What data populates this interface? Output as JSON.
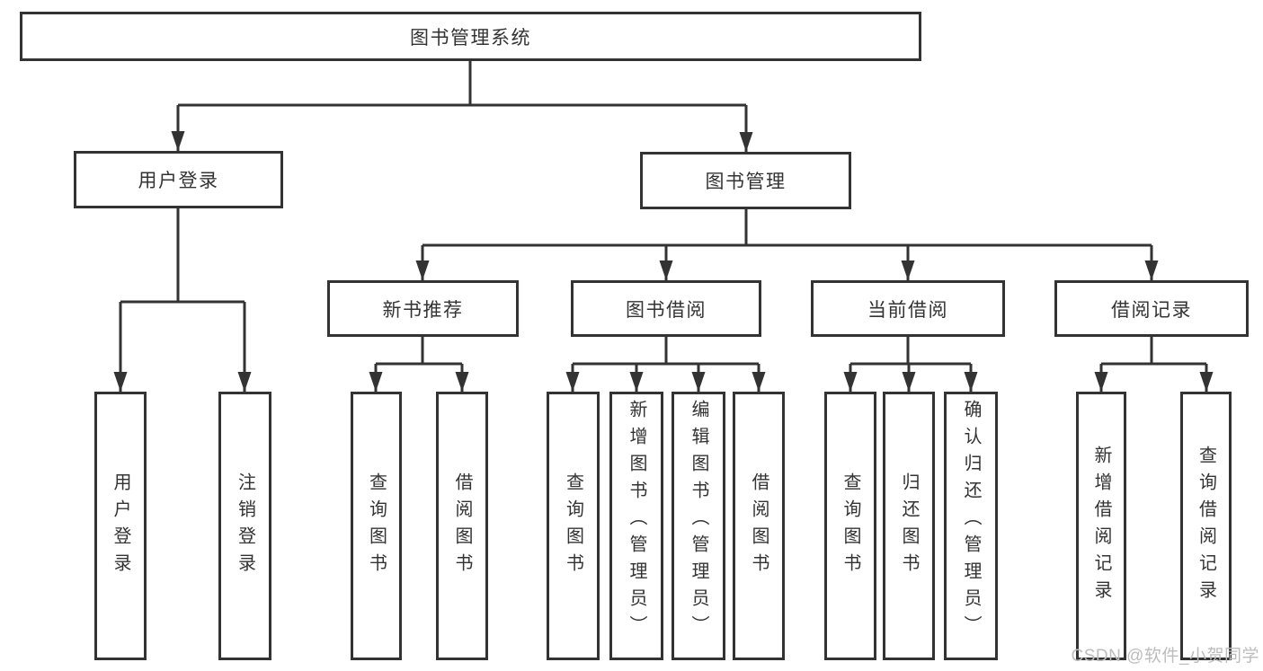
{
  "colors": {
    "background": "#ffffff",
    "line": "#333333",
    "text": "#333333",
    "watermark": "#bdbdbd"
  },
  "watermark": {
    "text": "CSDN @软件_小贺同学"
  },
  "diagram": {
    "type": "hierarchy-tree",
    "root": {
      "label": "图书管理系统",
      "children": [
        {
          "label": "用户登录",
          "children": [
            {
              "label": "用户登录"
            },
            {
              "label": "注销登录"
            }
          ]
        },
        {
          "label": "图书管理",
          "children": [
            {
              "label": "新书推荐",
              "children": [
                {
                  "label": "查询图书"
                },
                {
                  "label": "借阅图书"
                }
              ]
            },
            {
              "label": "图书借阅",
              "children": [
                {
                  "label": "查询图书"
                },
                {
                  "label": "新增图书（管理员）"
                },
                {
                  "label": "编辑图书（管理员）"
                },
                {
                  "label": "借阅图书"
                }
              ]
            },
            {
              "label": "当前借阅",
              "children": [
                {
                  "label": "查询图书"
                },
                {
                  "label": "归还图书"
                },
                {
                  "label": "确认归还（管理员）"
                }
              ]
            },
            {
              "label": "借阅记录",
              "children": [
                {
                  "label": "新增借阅记录"
                },
                {
                  "label": "查询借阅记录"
                }
              ]
            }
          ]
        }
      ]
    }
  }
}
